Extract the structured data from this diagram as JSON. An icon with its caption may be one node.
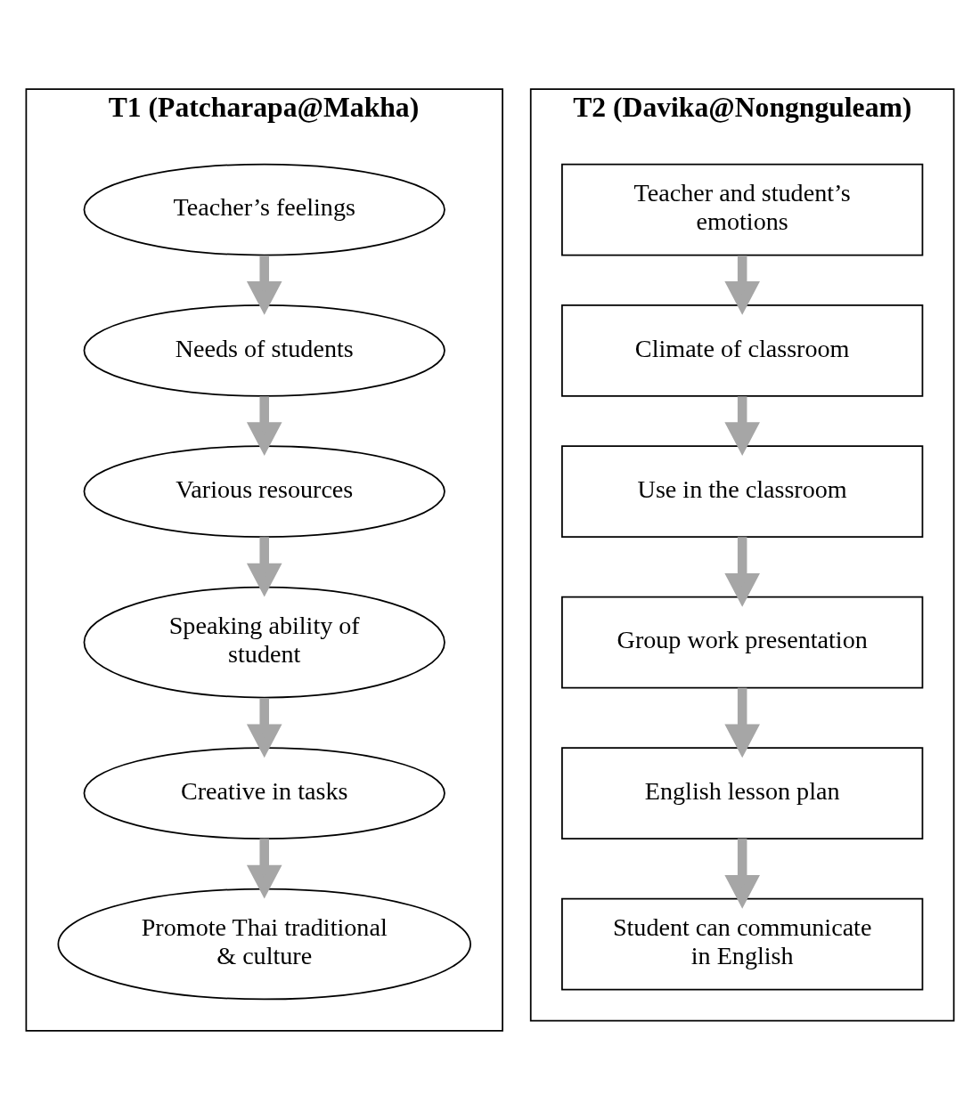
{
  "diagram": {
    "nodes": [
      {
        "text": [
          "T1 (Patcharapa@Makha)"
        ]
      },
      {
        "text": [
          "Teacher’s feelings"
        ],
        "in": 0
      },
      {
        "text": [
          "Needs of students"
        ],
        "in": 0
      },
      {
        "text": [
          "Various resources"
        ],
        "in": 0
      },
      {
        "text": [
          "Speaking ability of student"
        ],
        "in": 0
      },
      {
        "text": [
          "Creative in tasks"
        ],
        "in": 0
      },
      {
        "text": [
          "Promote Thai traditional & culture"
        ],
        "in": 0
      },
      {
        "text": [
          "T2 (Davika@Nongnguleam)"
        ]
      },
      {
        "text": [
          "Teacher and student’s emotions"
        ],
        "in": 7
      },
      {
        "text": [
          "Climate of classroom"
        ],
        "in": 7
      },
      {
        "text": [
          "Use in the classroom"
        ],
        "in": 7
      },
      {
        "text": [
          "Group work presentation"
        ],
        "in": 7
      },
      {
        "text": [
          "English lesson plan"
        ],
        "in": 7
      },
      {
        "text": [
          "Student can communicate in English"
        ],
        "in": 7
      }
    ],
    "edges": [
      {
        "from": 1,
        "to": 2,
        "arrow": "to"
      },
      {
        "from": 2,
        "to": 3,
        "arrow": "to"
      },
      {
        "from": 3,
        "to": 4,
        "arrow": "to"
      },
      {
        "from": 4,
        "to": 5,
        "arrow": "to"
      },
      {
        "from": 5,
        "to": 6,
        "arrow": "to"
      },
      {
        "from": 8,
        "to": 9,
        "arrow": "to"
      },
      {
        "from": 9,
        "to": 10,
        "arrow": "to"
      },
      {
        "from": 10,
        "to": 11,
        "arrow": "to"
      },
      {
        "from": 11,
        "to": 12,
        "arrow": "to"
      },
      {
        "from": 12,
        "to": 13,
        "arrow": "to"
      }
    ]
  }
}
